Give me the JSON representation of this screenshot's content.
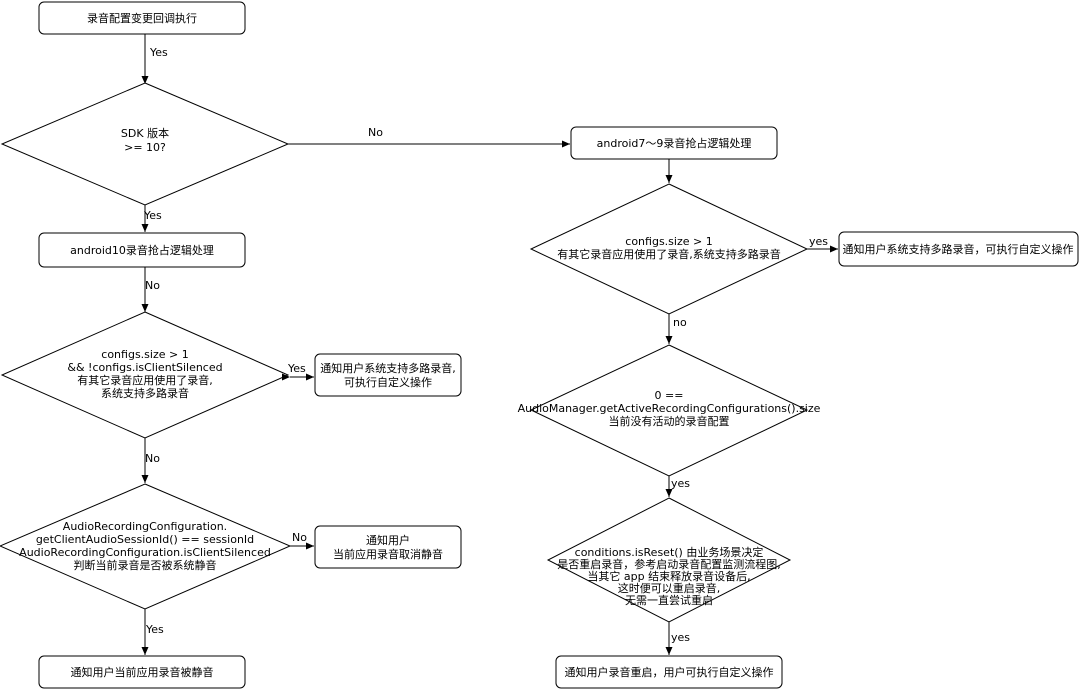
{
  "nodes": {
    "start": "录音配置变更回调执行",
    "sdk_check": [
      "SDK 版本",
      ">= 10?"
    ],
    "android10": "android10录音抢占逻辑处理",
    "check10": [
      "configs.size > 1",
      "&& !configs.isClientSilenced",
      "有其它录音应用使用了录音,",
      "系统支持多路录音"
    ],
    "notify10": [
      "通知用户系统支持多路录音,",
      "可执行自定义操作"
    ],
    "silenced_check": [
      "AudioRecordingConfiguration.",
      "getClientAudioSessionId() == sessionId",
      "AudioRecordingConfiguration.isClientSilenced",
      "判断当前录音是否被系统静音"
    ],
    "notify_unmute": [
      "通知用户",
      "当前应用录音取消静音"
    ],
    "notify_muted": "通知用户当前应用录音被静音",
    "android79": "android7～9录音抢占逻辑处理",
    "check79": [
      "configs.size > 1",
      "有其它录音应用使用了录音,系统支持多路录音"
    ],
    "notify79": "通知用户系统支持多路录音，可执行自定义操作",
    "active_check": [
      "0 ==",
      "AudioManager.getActiveRecordingConfigurations().size",
      "当前没有活动的录音配置"
    ],
    "reset_check": [
      "conditions.isReset() 由业务场景决定",
      "是否重启录音，参考启动录音配置监测流程图,",
      "当其它 app 结束释放录音设备后,",
      "这时便可以重启录音,",
      "无需一直尝试重启"
    ],
    "notify_restart": "通知用户录音重启，用户可执行自定义操作"
  },
  "edges": {
    "start_to_sdk": "Yes",
    "sdk_yes": "Yes",
    "sdk_no": "No",
    "android10_no": "No",
    "check10_yes": "Yes",
    "check10_no": "No",
    "silenced_no": "No",
    "silenced_yes": "Yes",
    "check79_yes": "yes",
    "check79_no": "no",
    "active_yes": "yes",
    "reset_yes": "yes"
  }
}
